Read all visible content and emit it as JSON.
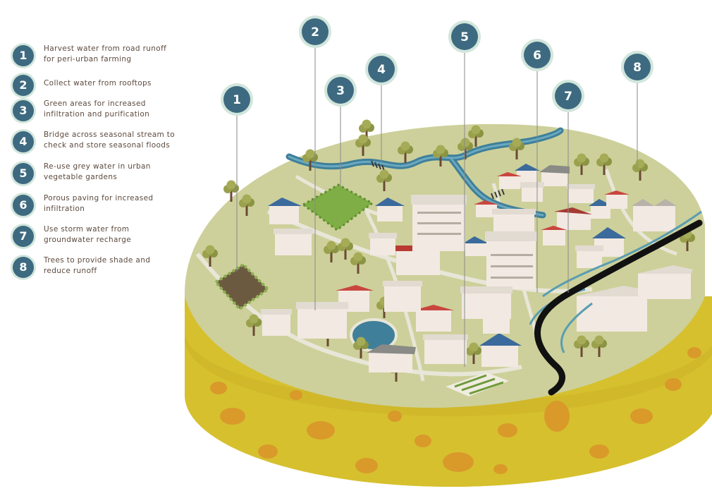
{
  "legend": {
    "items": [
      {
        "number": "1",
        "lines": [
          "Harvest water from road runoff",
          "for peri-urban farming"
        ]
      },
      {
        "number": "2",
        "lines": [
          "Collect water from rooftops"
        ]
      },
      {
        "number": "3",
        "lines": [
          "Green areas for increased",
          "infiltration and purification"
        ]
      },
      {
        "number": "4",
        "lines": [
          "Bridge across seasonal stream to",
          "check and store seasonal floods"
        ]
      },
      {
        "number": "5",
        "lines": [
          "Re-use grey water in urban",
          "vegetable gardens"
        ]
      },
      {
        "number": "6",
        "lines": [
          "Porous paving for increased",
          "infiltration"
        ]
      },
      {
        "number": "7",
        "lines": [
          "Use storm water from",
          "groundwater recharge"
        ]
      },
      {
        "number": "8",
        "lines": [
          "Trees to provide shade and",
          "reduce runoff"
        ]
      }
    ]
  },
  "callouts": [
    "1",
    "2",
    "3",
    "4",
    "5",
    "6",
    "7",
    "8"
  ],
  "colors": {
    "badge": "#3d6a80",
    "badge_ring": "#d2e6dc",
    "ground_top": "#cdd09a",
    "soil": "#d6c02e",
    "water": "#3f7f9a",
    "road_line": "#222222",
    "text": "#5c4a3e"
  }
}
